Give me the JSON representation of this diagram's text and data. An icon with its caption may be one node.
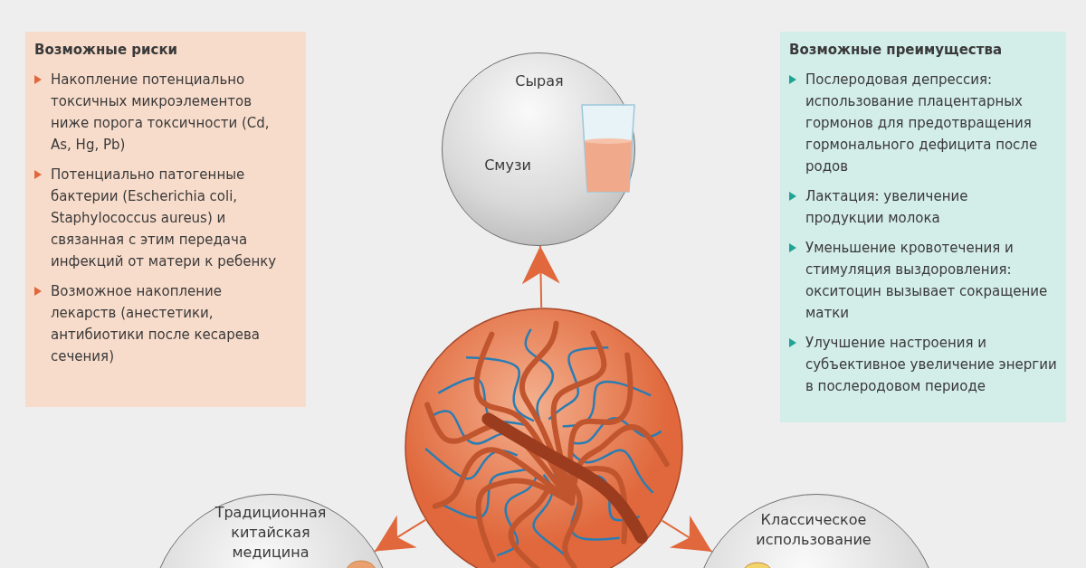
{
  "diagram": {
    "nodes": [
      {
        "text": [
          "Возможные риски",
          "Накопление потенциально токсичных микроэлементов ниже порога токсичности (Cd, As, Hg, Pb)",
          "Потенциально патогенные бактерии (Escherichia coli, Staphylococcus aureus) и связанная с этим передача инфекций от матери к ребенку",
          "Возможное накопление лекарств (анестетики, антибиотики после кесарева сечения)"
        ]
      },
      {
        "text": [
          "Возможные преимущества",
          "Послеродовая депрессия: использование плацентарных гормонов для предотвращения гормонального дефицита после родов",
          "Лактация: увеличение продукции молока",
          "Уменьшение кровотечения и стимуляция выздоровления: окситоцин вызывает сокращение матки",
          "Улучшение настроения и субъективное увеличение энергии в послеродовом периоде"
        ]
      },
      {
        "text": [
          "Сырая",
          "Смузи"
        ]
      },
      {
        "text": [],
        "shape": "picture"
      },
      {
        "text": [
          "Традиционная китайская медицина"
        ]
      },
      {
        "text": [
          "Классическое использование"
        ]
      }
    ],
    "edges": [
      {
        "from": 3,
        "to": 2,
        "arrow": "to"
      },
      {
        "from": 3,
        "to": 4,
        "arrow": "to"
      },
      {
        "from": 3,
        "to": 5,
        "arrow": "to"
      }
    ]
  }
}
